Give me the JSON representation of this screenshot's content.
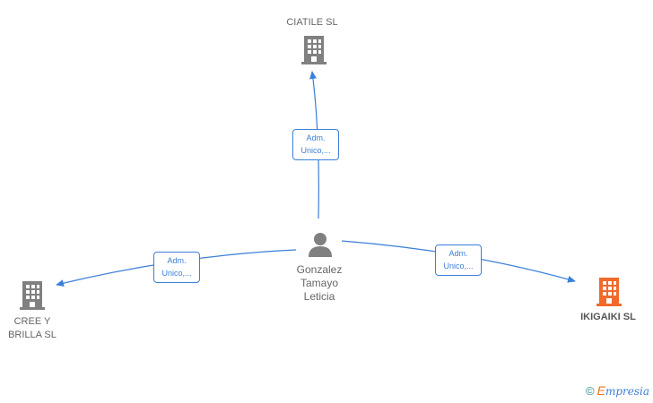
{
  "colors": {
    "edge": "#3b7fd8",
    "building_default": "#808080",
    "building_focus": "#f06a2b",
    "person": "#808080"
  },
  "person": {
    "name_lines": [
      "Gonzalez",
      "Tamayo",
      "Leticia"
    ],
    "icon": "person-icon"
  },
  "companies": [
    {
      "id": "ciatile",
      "label_lines": [
        "CIATILE  SL"
      ],
      "icon": "building-icon",
      "focus": false
    },
    {
      "id": "cree",
      "label_lines": [
        "CREE Y",
        "BRILLA  SL"
      ],
      "icon": "building-icon",
      "focus": false
    },
    {
      "id": "ikigaiki",
      "label_lines": [
        "IKIGAIKI  SL"
      ],
      "icon": "building-icon",
      "focus": true
    }
  ],
  "relations": [
    {
      "to": "ciatile",
      "lines": [
        "Adm.",
        "Unico,..."
      ]
    },
    {
      "to": "cree",
      "lines": [
        "Adm.",
        "Unico,..."
      ]
    },
    {
      "to": "ikigaiki",
      "lines": [
        "Adm.",
        "Unico,..."
      ]
    }
  ],
  "footer": {
    "copyright_symbol": "©",
    "brand_initial": "E",
    "brand_rest": "mpresia"
  }
}
